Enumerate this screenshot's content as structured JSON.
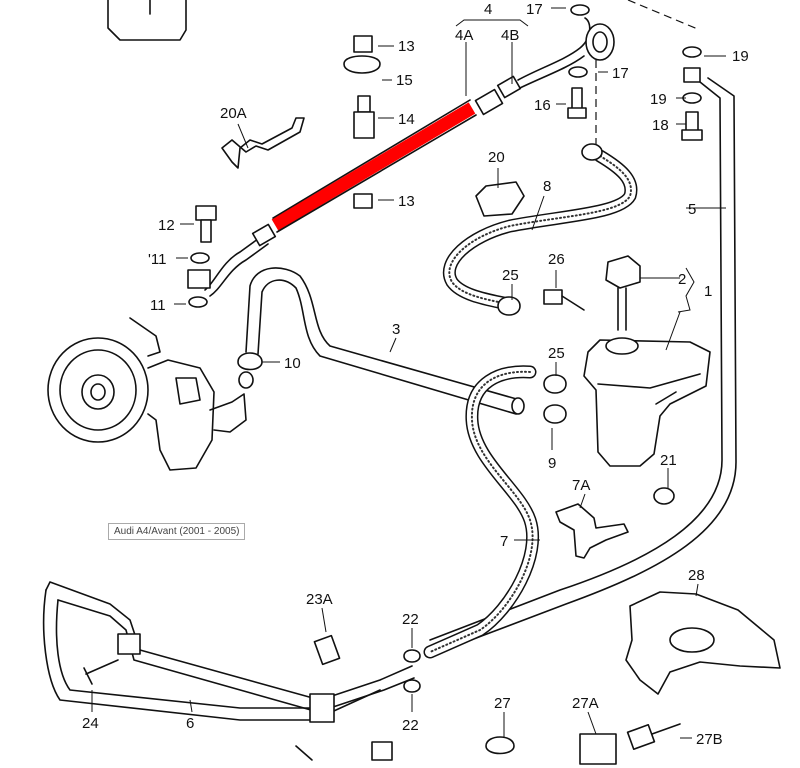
{
  "caption": "Audi A4/Avant (2001 - 2005)",
  "highlight_color": "#ff0000",
  "labels": {
    "l4": "4",
    "l4a": "4A",
    "l4b": "4B",
    "l17a": "17",
    "l17b": "17",
    "l19a": "19",
    "l19b": "19",
    "l18": "18",
    "l13a": "13",
    "l13b": "13",
    "l15": "15",
    "l14": "14",
    "l16": "16",
    "l20a": "20A",
    "l20": "20",
    "l8": "8",
    "l5": "5",
    "l12": "12",
    "l11a": "'11",
    "l11b": "11",
    "l26": "26",
    "l25a": "25",
    "l25b": "25",
    "l2": "2",
    "l1": "1",
    "l3": "3",
    "l10": "10",
    "l9": "9",
    "l21": "21",
    "l7a": "7A",
    "l7": "7",
    "l28": "28",
    "l23a": "23A",
    "l22a": "22",
    "l22b": "22",
    "l24": "24",
    "l6": "6",
    "l27": "27",
    "l27a": "27A",
    "l27b": "27B"
  }
}
